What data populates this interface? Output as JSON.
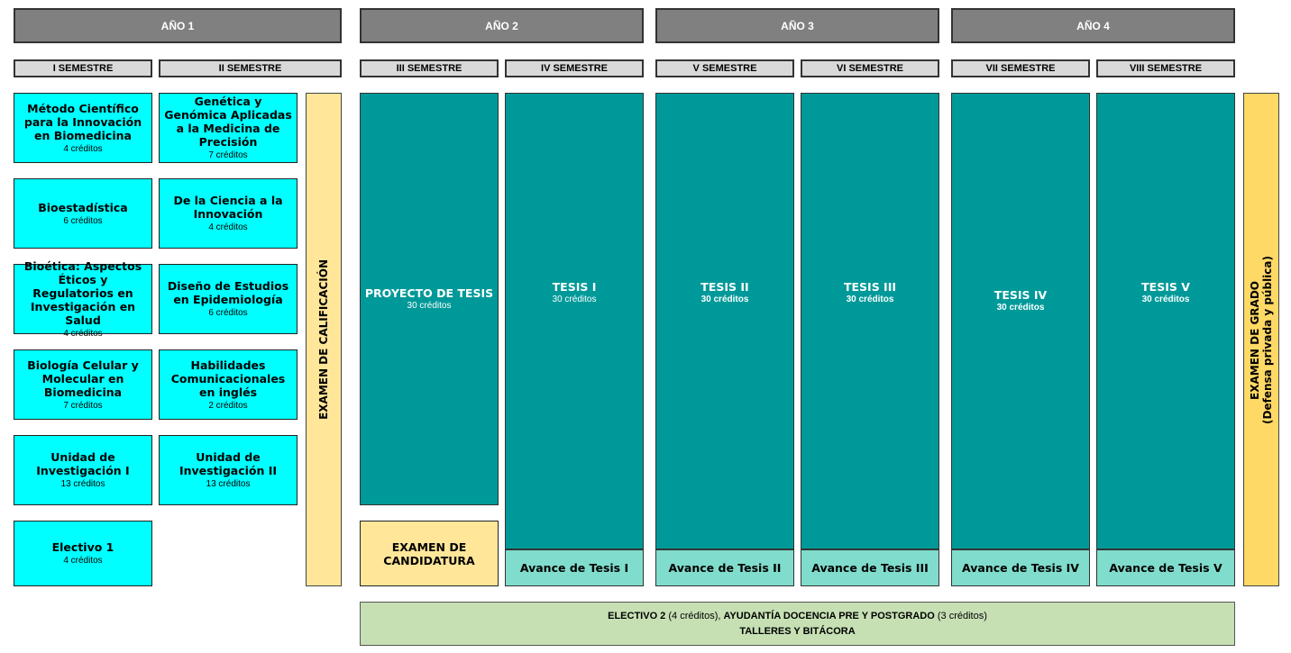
{
  "years": [
    "AÑO 1",
    "AÑO 2",
    "AÑO 3",
    "AÑO 4"
  ],
  "semesters": [
    "I SEMESTRE",
    "II SEMESTRE",
    "III SEMESTRE",
    "IV SEMESTRE",
    "V SEMESTRE",
    "VI SEMESTRE",
    "VII SEMESTRE",
    "VIII SEMESTRE"
  ],
  "sem1_courses": [
    {
      "name": "Método Científico para la Innovación en Biomedicina",
      "credits": "4 créditos"
    },
    {
      "name": "Bioestadística",
      "credits": "6 créditos"
    },
    {
      "name": "Bioética: Aspectos Éticos y Regulatorios en Investigación en Salud",
      "credits": "4 créditos"
    },
    {
      "name": "Biología Celular y Molecular en Biomedicina",
      "credits": "7 créditos"
    },
    {
      "name": "Unidad de Investigación I",
      "credits": "13 créditos"
    },
    {
      "name": "Electivo 1",
      "credits": "4 créditos"
    }
  ],
  "sem2_courses": [
    {
      "name": "Genética y Genómica Aplicadas a la Medicina de Precisión",
      "credits": "7 créditos"
    },
    {
      "name": "De la Ciencia a la Innovación",
      "credits": "4 créditos"
    },
    {
      "name": "Diseño de Estudios en Epidemiología",
      "credits": "6 créditos"
    },
    {
      "name": "Habilidades Comunicacionales en inglés",
      "credits": "2 créditos"
    },
    {
      "name": "Unidad de Investigación II",
      "credits": "13 créditos"
    }
  ],
  "qualifying_exam": "EXAMEN DE CALIFICACIÓN",
  "thesis": [
    {
      "name": "PROYECTO DE TESIS",
      "credits": "30 créditos"
    },
    {
      "name": "TESIS I",
      "credits": "30 créditos"
    },
    {
      "name": "TESIS II",
      "credits": "30 créditos"
    },
    {
      "name": "TESIS III",
      "credits": "30 créditos"
    },
    {
      "name": "TESIS IV",
      "credits": "30 créditos"
    },
    {
      "name": "TESIS V",
      "credits": "30 créditos"
    }
  ],
  "candidacy_exam": "EXAMEN DE CANDIDATURA",
  "advances": [
    "Avance de Tesis I",
    "Avance de Tesis II",
    "Avance de Tesis III",
    "Avance de Tesis IV",
    "Avance de Tesis V"
  ],
  "grade_exam": {
    "line1": "EXAMEN DE GRADO",
    "line2": "(Defensa privada y pública)"
  },
  "bottom": {
    "elective": "ELECTIVO 2",
    "elective_credits": " (4 créditos), ",
    "assistantship": "AYUDANTÍA DOCENCIA PRE Y POSTGRADO",
    "assistantship_credits": " (3 créditos)",
    "line2": "TALLERES Y BITÁCORA"
  },
  "colors": {
    "header": "#808080",
    "semester": "#d9d9d9",
    "course": "#00ffff",
    "thesis": "#009999",
    "advance": "#80dccc",
    "exam_light": "#ffe699",
    "exam_gold": "#ffd966",
    "bottom": "#c6e0b4"
  }
}
